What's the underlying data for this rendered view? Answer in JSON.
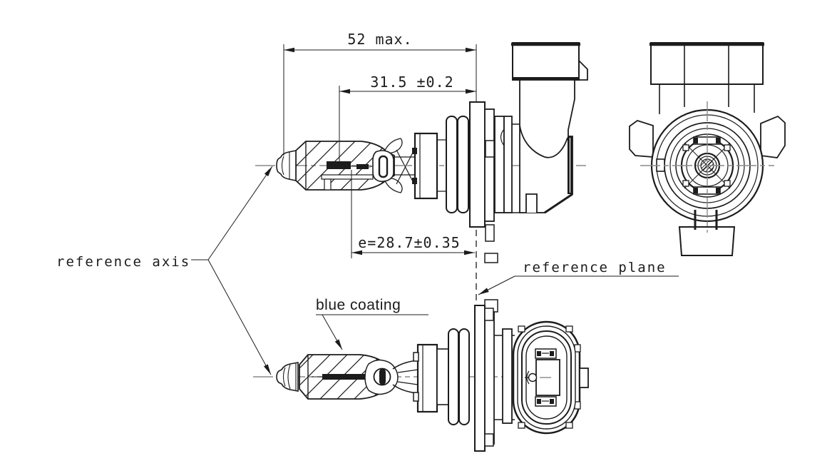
{
  "page": {
    "background": "#ffffff",
    "line_color": "#1c1c1c",
    "centerline_color": "#8a8a8a"
  },
  "dimensions": {
    "overall_length": "52 max.",
    "tip_to_reference_plane": "31.5 ±0.2",
    "light_center_to_reference_plane": "e=28.7±0.35"
  },
  "labels": {
    "reference_axis": "reference axis",
    "reference_plane": "reference plane",
    "blue_coating": "blue coating"
  }
}
